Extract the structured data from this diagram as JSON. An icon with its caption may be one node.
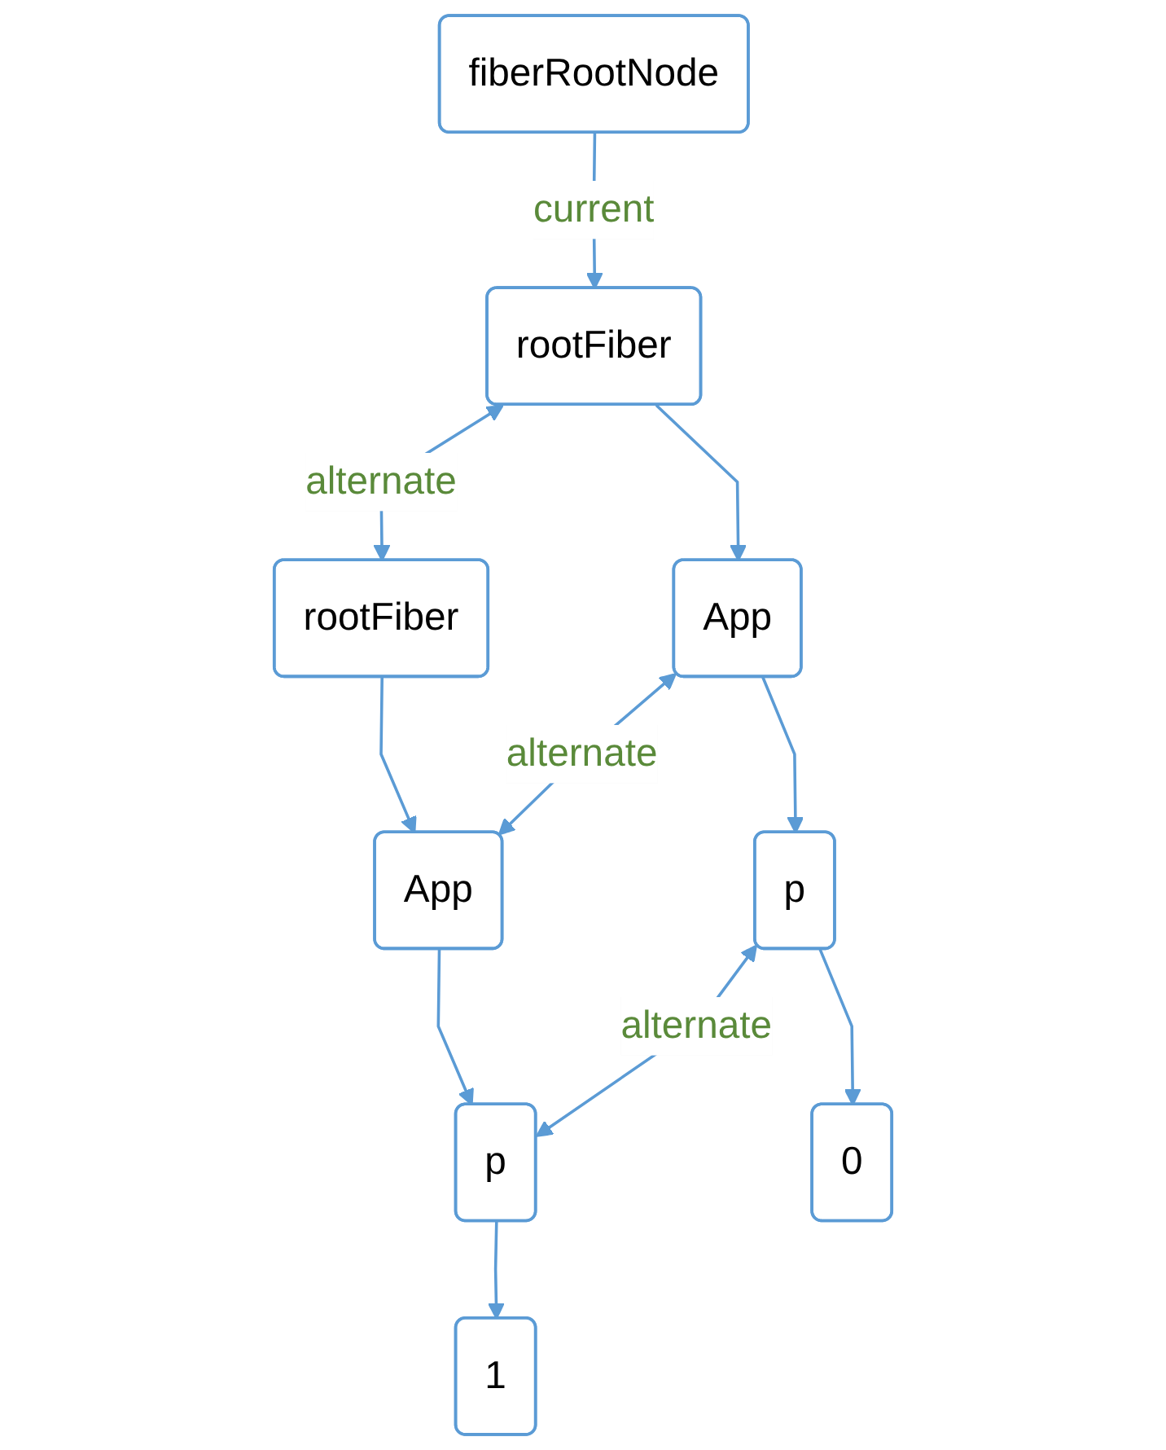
{
  "diagram": {
    "nodes": [
      {
        "text": [
          "fiberRootNode"
        ]
      },
      {
        "text": [
          "rootFiber"
        ]
      },
      {
        "text": [
          "rootFiber"
        ]
      },
      {
        "text": [
          "App"
        ]
      },
      {
        "text": [
          "App"
        ]
      },
      {
        "text": [
          "p"
        ]
      },
      {
        "text": [
          "p"
        ]
      },
      {
        "text": [
          "0"
        ]
      },
      {
        "text": [
          "1"
        ]
      }
    ],
    "edges": [
      {
        "from": 0,
        "to": 1,
        "arrow": "to",
        "label": "current"
      },
      {
        "from": 1,
        "to": 2,
        "arrow": "both",
        "label": "alternate"
      },
      {
        "from": 1,
        "to": 3,
        "arrow": "to"
      },
      {
        "from": 2,
        "to": 4,
        "arrow": "to"
      },
      {
        "from": 3,
        "to": 4,
        "arrow": "both",
        "label": "alternate"
      },
      {
        "from": 3,
        "to": 5,
        "arrow": "to"
      },
      {
        "from": 4,
        "to": 6,
        "arrow": "to"
      },
      {
        "from": 5,
        "to": 6,
        "arrow": "both",
        "label": "alternate"
      },
      {
        "from": 5,
        "to": 7,
        "arrow": "to"
      },
      {
        "from": 6,
        "to": 8,
        "arrow": "to"
      }
    ]
  }
}
